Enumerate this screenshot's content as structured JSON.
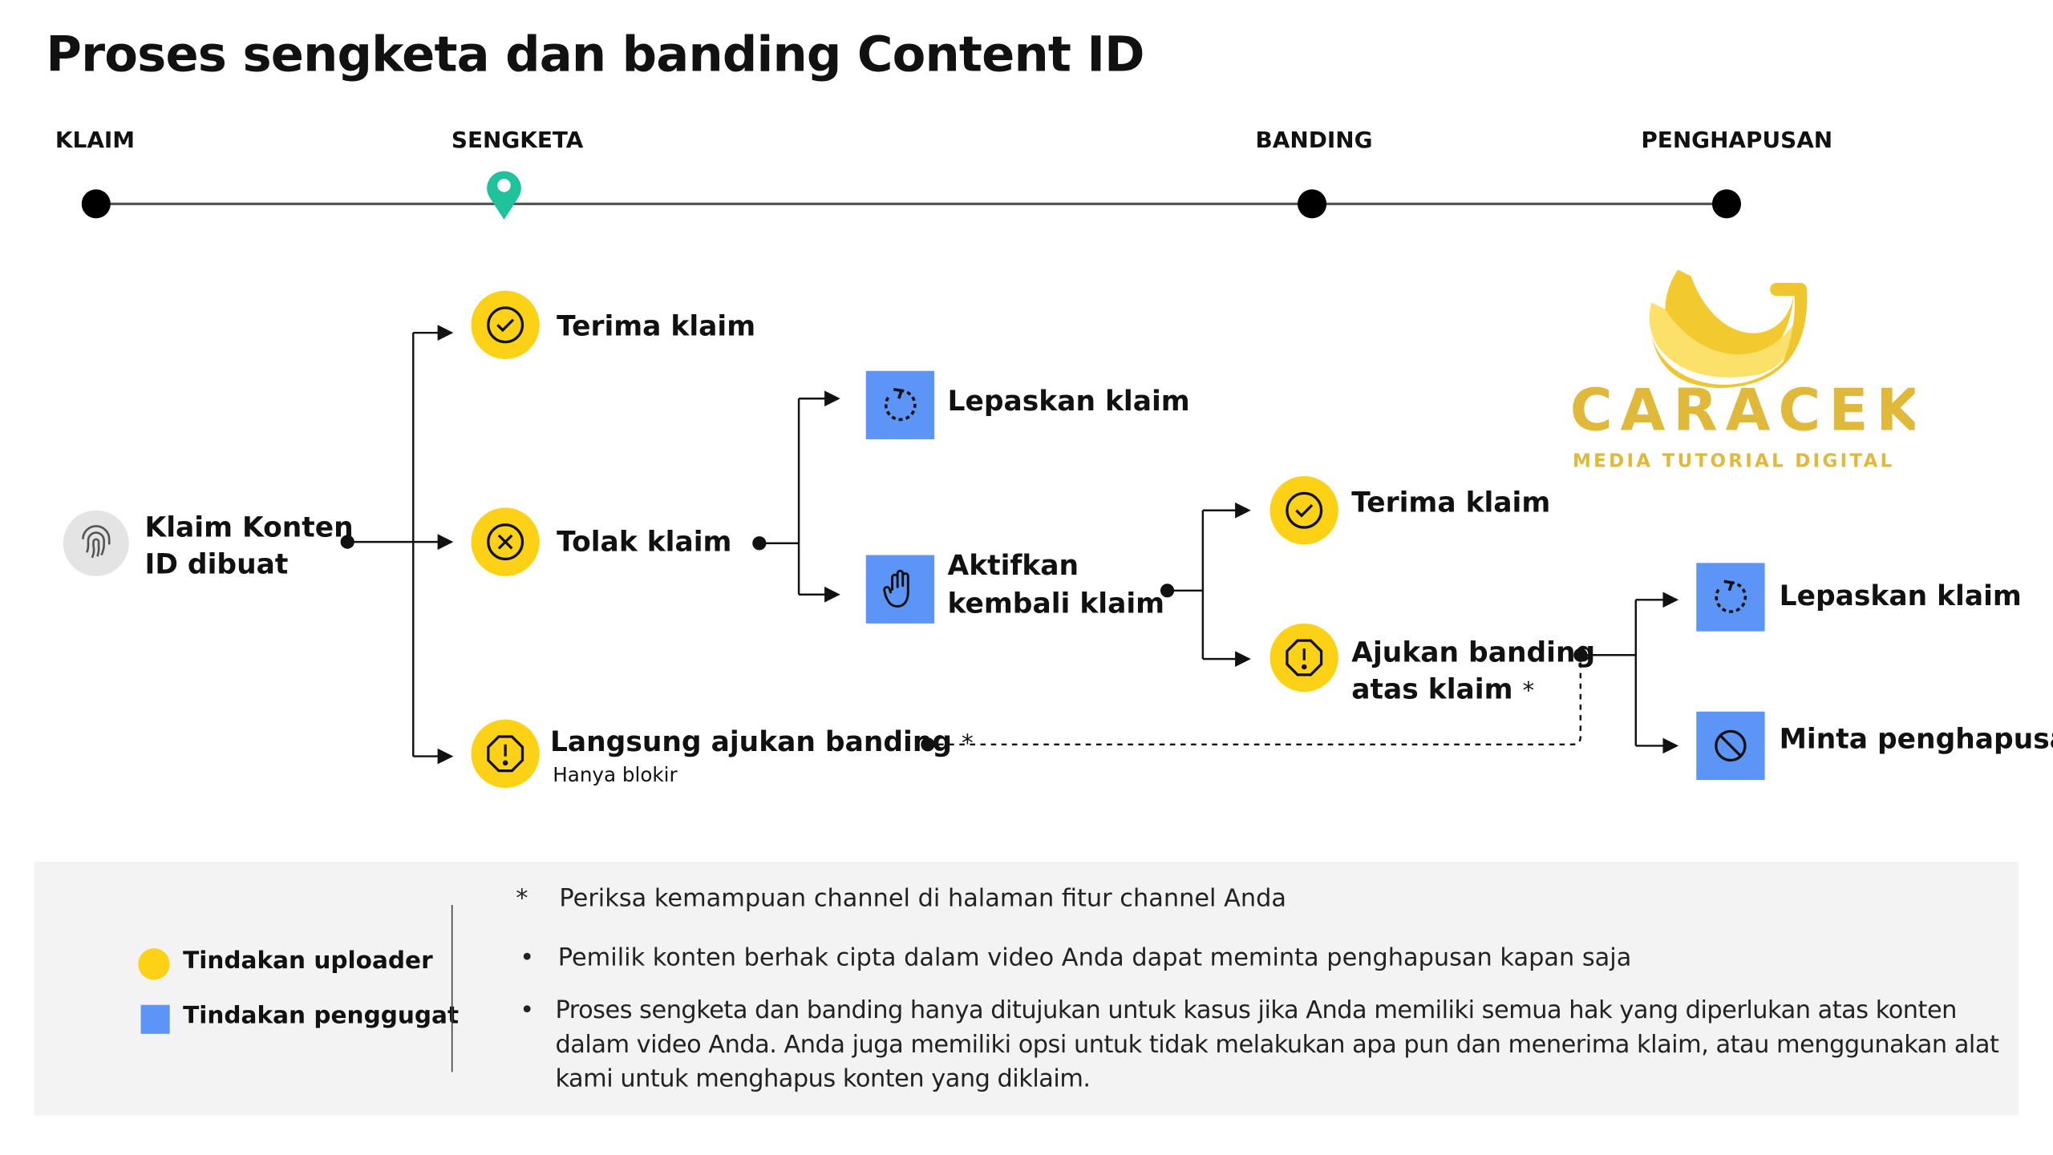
{
  "title": "Proses sengketa dan banding Content ID",
  "phases": [
    "KLAIM",
    "SENGKETA",
    "BANDING",
    "PENGHAPUSAN"
  ],
  "current_phase": "SENGKETA",
  "nodes": {
    "start": {
      "line1": "Klaim Konten",
      "line2": "ID dibuat",
      "icon": "fingerprint-icon"
    },
    "accept1": {
      "label": "Terima klaim",
      "icon": "check-circle-icon"
    },
    "reject": {
      "label": "Tolak klaim",
      "icon": "x-circle-icon"
    },
    "direct_appeal": {
      "label": "Langsung ajukan banding",
      "star": "*",
      "sub": "Hanya blokir",
      "icon": "alert-icon"
    },
    "release1": {
      "label": "Lepaskan klaim",
      "icon": "refresh-icon"
    },
    "reinstate": {
      "line1": "Aktifkan",
      "line2": "kembali klaim",
      "icon": "hand-icon"
    },
    "accept2": {
      "label": "Terima klaim",
      "icon": "check-circle-icon"
    },
    "appeal": {
      "line1": "Ajukan banding",
      "line2": "atas klaim",
      "star": "*",
      "icon": "alert-icon"
    },
    "release2": {
      "label": "Lepaskan klaim",
      "icon": "refresh-icon"
    },
    "takedown": {
      "label": "Minta penghapusan",
      "icon": "block-icon"
    }
  },
  "legend": {
    "uploader": "Tindakan uploader",
    "claimant": "Tindakan penggugat",
    "notes": [
      {
        "bullet": "*",
        "text": "Periksa kemampuan channel di halaman fitur channel Anda"
      },
      {
        "bullet": "•",
        "text": "Pemilik konten berhak cipta dalam video Anda dapat meminta penghapusan kapan saja"
      },
      {
        "bullet": "•",
        "text": "Proses sengketa dan banding hanya ditujukan untuk kasus jika Anda memiliki semua hak yang diperlukan atas konten dalam video Anda. Anda juga memiliki opsi untuk tidak melakukan apa pun dan menerima klaim, atau menggunakan alat kami untuk menghapus konten yang diklaim."
      }
    ]
  },
  "watermark": {
    "brand": "CARACEK",
    "tagline": "MEDIA TUTORIAL DIGITAL"
  },
  "colors": {
    "uploader": "#fcd116",
    "claimant": "#5c95f6",
    "pin": "#1fc29b",
    "legend_bg": "#f3f3f3"
  }
}
